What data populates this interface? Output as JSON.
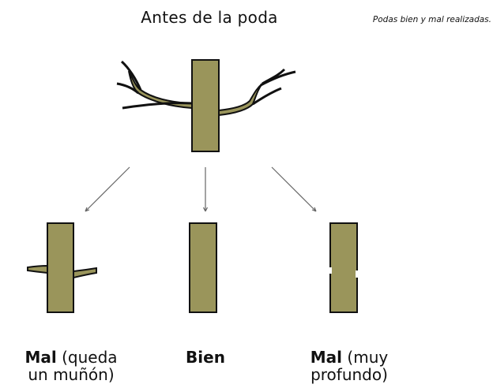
{
  "title": "Antes de la poda",
  "caption": "Podas bien y mal realizadas.",
  "colors": {
    "trunk": "#9a955b",
    "outline": "#111111",
    "arrow": "#666666",
    "background": "#ffffff"
  },
  "labels": {
    "left": {
      "bold": "Mal",
      "line1_rest": "(queda",
      "line2": "un muñón)"
    },
    "middle": {
      "bold": "Bien"
    },
    "right": {
      "bold": "Mal",
      "line1_rest": "(muy",
      "line2": "profundo)"
    }
  }
}
